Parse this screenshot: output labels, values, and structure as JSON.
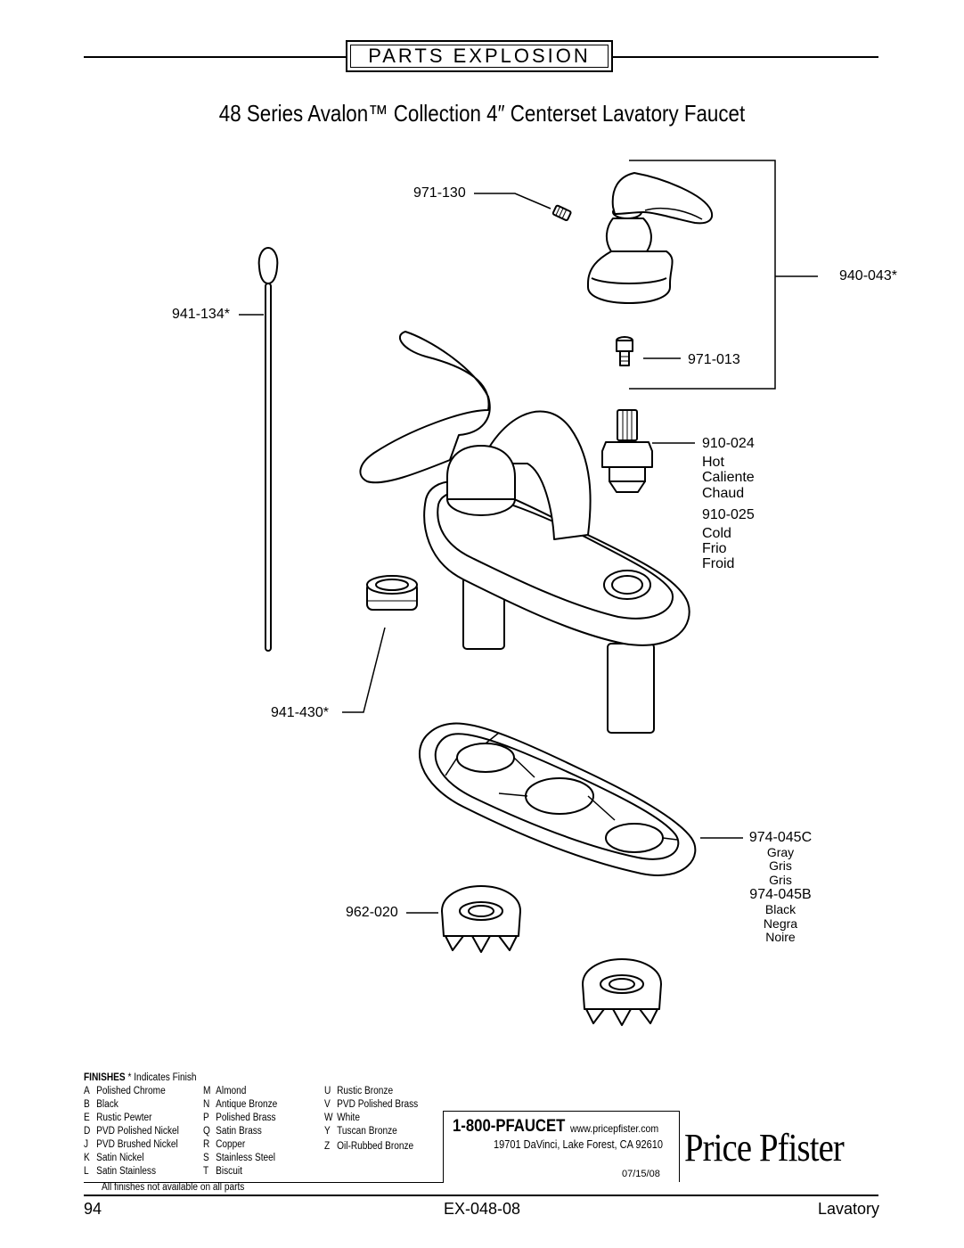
{
  "header": {
    "section": "PARTS EXPLOSION"
  },
  "title": "48 Series Avalon™ Collection 4″ Centerset Lavatory Faucet",
  "parts": {
    "set_screw": "971-130",
    "handle": "940-043*",
    "lift_rod": "941-134*",
    "handle_screw": "971-013",
    "cartridge_hot": "910-024",
    "hot_en": "Hot",
    "hot_es": "Caliente",
    "hot_fr": "Chaud",
    "cartridge_cold": "910-025",
    "cold_en": "Cold",
    "cold_es": "Frio",
    "cold_fr": "Froid",
    "aerator": "941-430*",
    "gasket_gray": "974-045C",
    "gray_en": "Gray",
    "gray_es": "Gris",
    "gray_fr": "Gris",
    "gasket_black": "974-045B",
    "black_en": "Black",
    "black_es": "Negra",
    "black_fr": "Noire",
    "nut": "962-020"
  },
  "finishes": {
    "heading": "FINISHES",
    "note": "* Indicates Finish",
    "col1": [
      {
        "k": "A",
        "v": "Polished Chrome"
      },
      {
        "k": "B",
        "v": "Black"
      },
      {
        "k": "E",
        "v": "Rustic Pewter"
      },
      {
        "k": "D",
        "v": "PVD Polished Nickel"
      },
      {
        "k": "J",
        "v": "PVD Brushed Nickel"
      },
      {
        "k": "K",
        "v": "Satin Nickel"
      },
      {
        "k": "L",
        "v": "Satin Stainless"
      }
    ],
    "col2": [
      {
        "k": "M",
        "v": "Almond"
      },
      {
        "k": "N",
        "v": "Antique Bronze"
      },
      {
        "k": "P",
        "v": "Polished Brass"
      },
      {
        "k": "Q",
        "v": "Satin Brass"
      },
      {
        "k": "R",
        "v": "Copper"
      },
      {
        "k": "S",
        "v": "Stainless Steel"
      },
      {
        "k": "T",
        "v": "Biscuit"
      }
    ],
    "col3": [
      {
        "k": "U",
        "v": "Rustic Bronze"
      },
      {
        "k": "V",
        "v": "PVD Polished Brass"
      },
      {
        "k": "W",
        "v": "White"
      },
      {
        "k": "Y",
        "v": "Tuscan Bronze"
      },
      {
        "k": "Z",
        "v": "Oil-Rubbed Bronze"
      }
    ],
    "availability": "All finishes not available on all parts"
  },
  "contact": {
    "phone": "1-800-PFAUCET",
    "website": "www.pricepfister.com",
    "address": "19701 DaVinci, Lake Forest, CA  92610",
    "date": "07/15/08"
  },
  "brand": "Price Pfister",
  "footer": {
    "page": "94",
    "doc_code": "EX-048-08",
    "category": "Lavatory"
  }
}
